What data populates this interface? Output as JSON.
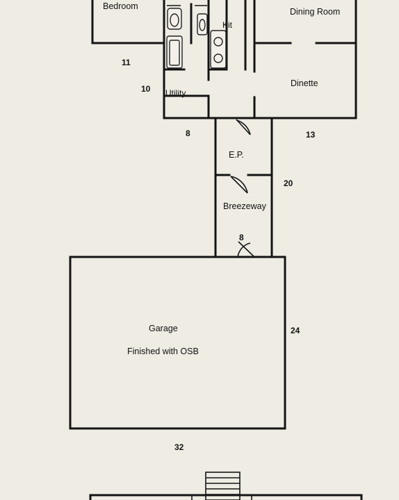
{
  "rooms": {
    "bedroom": "Bedroom",
    "kitchen": "Kit",
    "dining_room": "Dining Room",
    "utility": "Utility",
    "dinette": "Dinette",
    "entry_porch": "E.P.",
    "breezeway": "Breezeway",
    "garage": "Garage",
    "garage_note": "Finished with OSB"
  },
  "dimensions": {
    "bedroom_depth": "11",
    "utility_depth": "10",
    "ep_width": "8",
    "dinette_width": "13",
    "breezeway_length": "20",
    "breezeway_width": "8",
    "garage_depth": "24",
    "garage_width": "32"
  }
}
